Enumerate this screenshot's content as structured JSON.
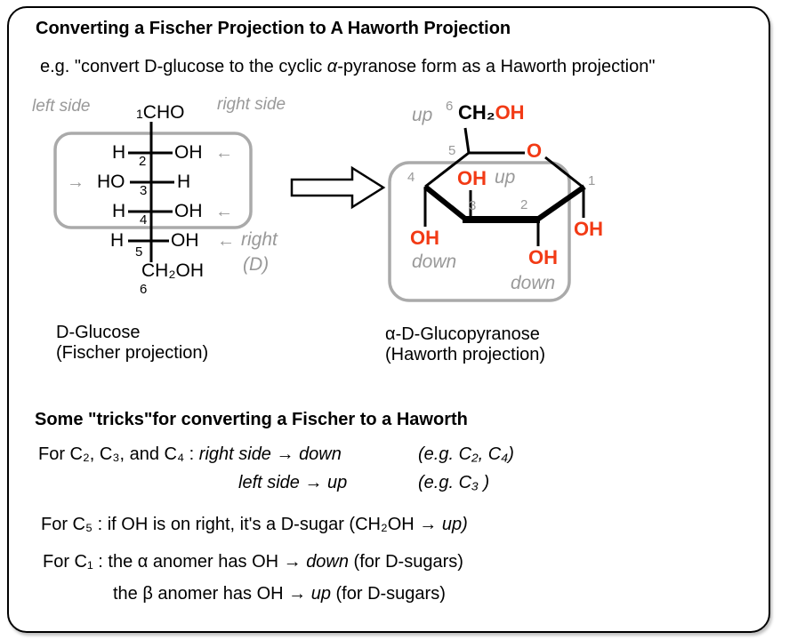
{
  "colors": {
    "accent_red": "#f23a15",
    "label_gray": "#999999",
    "box_gray": "#aaaaaa"
  },
  "header": {
    "title": "Converting a Fischer Projection to A Haworth Projection",
    "subtitle_pre": "e.g. \"convert D-glucose to the cyclic ",
    "subtitle_alpha": "α",
    "subtitle_post": "-pyranose form as a Haworth projection\""
  },
  "fischer": {
    "label_left_side": "left side",
    "label_right_side": "right side",
    "c1_num": "1",
    "c1_group": "CHO",
    "rows": [
      {
        "num": "2",
        "left": "H",
        "right": "OH",
        "arrow": "←"
      },
      {
        "num": "3",
        "left": "HO",
        "right": "H",
        "arrow": "→"
      },
      {
        "num": "4",
        "left": "H",
        "right": "OH",
        "arrow": "←"
      },
      {
        "num": "5",
        "left": "H",
        "right": "OH",
        "arrow": "←"
      }
    ],
    "label_right_d": "right",
    "label_d": "(D)",
    "c6_group": "CH₂OH",
    "c6_num": "6",
    "caption_line1": "D-Glucose",
    "caption_line2": "(Fischer projection)"
  },
  "haworth": {
    "label_up_c6": "up",
    "num6": "6",
    "c6_black": "CH₂",
    "c6_red": "OH",
    "num5": "5",
    "ring_oxygen": "O",
    "num1": "1",
    "num4": "4",
    "oh_c3": "OH",
    "label_up_c3": "up",
    "num3": "3",
    "num2": "2",
    "oh_c4": "OH",
    "label_down_c4": "down",
    "oh_c2": "OH",
    "label_down_c2": "down",
    "oh_c1": "OH",
    "caption_line1": "α-D-Glucopyranose",
    "caption_line2": "(Haworth projection)"
  },
  "tricks": {
    "heading": "Some \"tricks\"for converting a Fischer to a Haworth",
    "rule1_pre": "For C₂, C₃, and C₄ : ",
    "rule1_it1": "right side",
    "rule1_arrow": " → ",
    "rule1_it2": "down",
    "rule1_eg": "(e.g. C₂, C₄)",
    "rule2_it": "left side → up",
    "rule2_eg": "(e.g. C₃ )",
    "rule3_pre": "For C₅ : if OH is on right, it's a D-sugar (CH₂OH → ",
    "rule3_it": "up)",
    "rule4_pre": "For C₁ : the α anomer has OH → ",
    "rule4_it": "down",
    "rule4_post": " (for D-sugars)",
    "rule5_pre": "the β anomer has OH → ",
    "rule5_it": "up",
    "rule5_post": " (for D-sugars)"
  }
}
